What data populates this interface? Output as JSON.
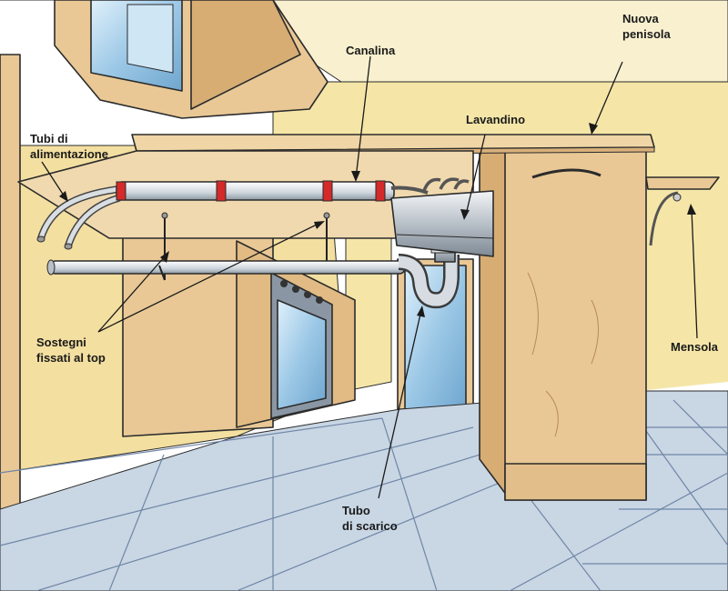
{
  "labels": {
    "canalina": "Canalina",
    "nuova_penisola_line1": "Nuova",
    "nuova_penisola_line2": "penisola",
    "lavandino": "Lavandino",
    "tubi_line1": "Tubi di",
    "tubi_line2": "alimentazione",
    "sostegni_line1": "Sostegni",
    "sostegni_line2": "fissati al top",
    "mensola": "Mensola",
    "tubo_line1": "Tubo",
    "tubo_line2": "di scarico"
  },
  "colors": {
    "wall": "#f5e6a8",
    "ceiling": "#f8f0cf",
    "wood": "#e9c896",
    "wood_dark": "#d7ad74",
    "floor": "#c9d6e4",
    "floor_tile_line": "#6f86a6",
    "metal": "#c5ccd3",
    "pipe": "#dde3e8",
    "band": "#d42a2a",
    "glass": "#a9cfe8"
  }
}
